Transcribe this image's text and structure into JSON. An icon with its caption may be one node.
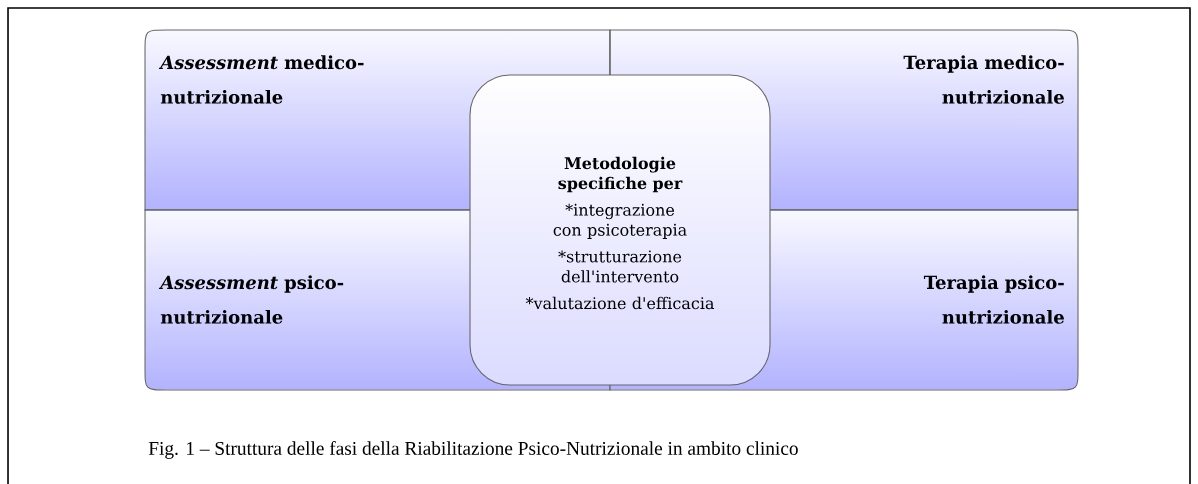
{
  "diagram": {
    "caption": "Fig. 1 – Struttura delle fasi della Riabilitazione Psico-Nutrizionale in ambito clinico",
    "nodes": [
      {
        "text": [
          "*Assessment* medico-nutrizionale"
        ]
      },
      {
        "text": [
          "Terapia medico-nutrizionale"
        ]
      },
      {
        "text": [
          "*Assessment* psico-nutrizionale"
        ]
      },
      {
        "text": [
          "Terapia psico-nutrizionale"
        ]
      },
      {
        "text": [
          "Metodologie specifiche per",
          "*integrazione con psicoterapia",
          "*strutturazione dell'intervento",
          "*valutazione d'efficacia"
        ]
      }
    ]
  }
}
